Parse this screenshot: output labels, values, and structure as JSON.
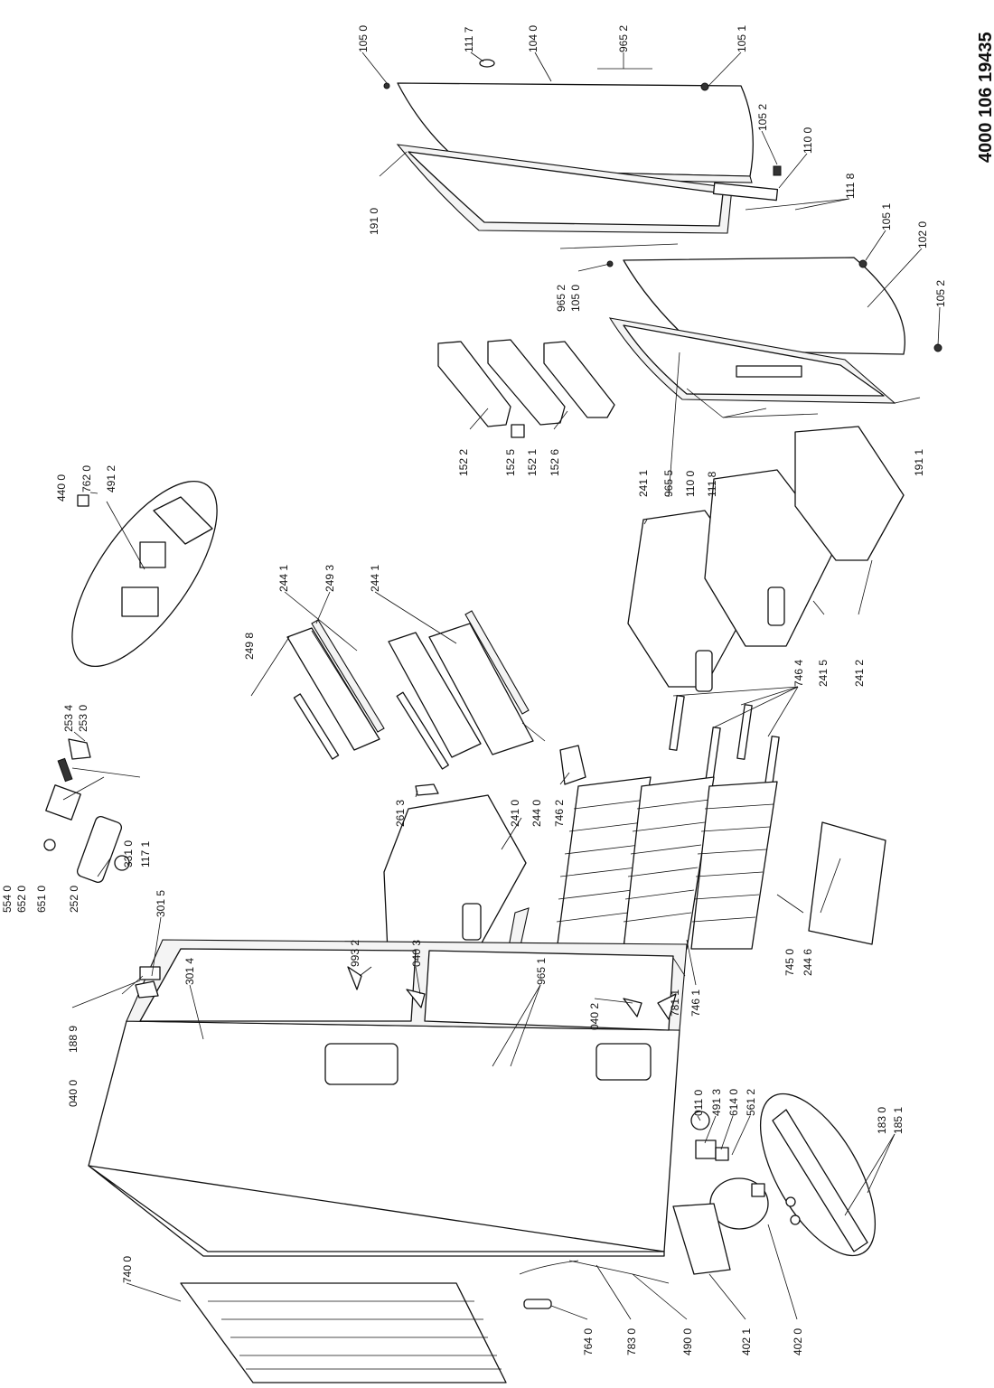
{
  "document_number": "4000 106 19435",
  "callouts": [
    {
      "id": "c1",
      "text": "105 0"
    },
    {
      "id": "c2",
      "text": "111 7"
    },
    {
      "id": "c3",
      "text": "104 0"
    },
    {
      "id": "c4",
      "text": "965 2"
    },
    {
      "id": "c5",
      "text": "105 1"
    },
    {
      "id": "c6",
      "text": "105 2"
    },
    {
      "id": "c7",
      "text": "110 0"
    },
    {
      "id": "c8",
      "text": "191 0"
    },
    {
      "id": "c9",
      "text": "111 8"
    },
    {
      "id": "c10",
      "text": "105 1"
    },
    {
      "id": "c11",
      "text": "102 0"
    },
    {
      "id": "c12",
      "text": "965 2"
    },
    {
      "id": "c13",
      "text": "105 0"
    },
    {
      "id": "c14",
      "text": "105 2"
    },
    {
      "id": "c15",
      "text": "440 0"
    },
    {
      "id": "c16",
      "text": "762 0"
    },
    {
      "id": "c17",
      "text": "491 2"
    },
    {
      "id": "c18",
      "text": "152 2"
    },
    {
      "id": "c19",
      "text": "152 5"
    },
    {
      "id": "c20",
      "text": "152 1"
    },
    {
      "id": "c21",
      "text": "152 6"
    },
    {
      "id": "c22",
      "text": "241 1"
    },
    {
      "id": "c23",
      "text": "965 5"
    },
    {
      "id": "c24",
      "text": "110 0"
    },
    {
      "id": "c25",
      "text": "111 8"
    },
    {
      "id": "c26",
      "text": "191 1"
    },
    {
      "id": "c27",
      "text": "249 8"
    },
    {
      "id": "c28",
      "text": "244 1"
    },
    {
      "id": "c29",
      "text": "249 3"
    },
    {
      "id": "c30",
      "text": "244 1"
    },
    {
      "id": "c31",
      "text": "253 4"
    },
    {
      "id": "c32",
      "text": "253 0"
    },
    {
      "id": "c33",
      "text": "746 4"
    },
    {
      "id": "c34",
      "text": "241 5"
    },
    {
      "id": "c35",
      "text": "241 2"
    },
    {
      "id": "c36",
      "text": "554 0"
    },
    {
      "id": "c37",
      "text": "652 0"
    },
    {
      "id": "c38",
      "text": "651 0"
    },
    {
      "id": "c39",
      "text": "252 0"
    },
    {
      "id": "c40",
      "text": "331 0"
    },
    {
      "id": "c41",
      "text": "117 1"
    },
    {
      "id": "c42",
      "text": "261 3"
    },
    {
      "id": "c43",
      "text": "241 0"
    },
    {
      "id": "c44",
      "text": "244 0"
    },
    {
      "id": "c45",
      "text": "746 2"
    },
    {
      "id": "c46",
      "text": "301 5"
    },
    {
      "id": "c47",
      "text": "993 2"
    },
    {
      "id": "c48",
      "text": "040 3"
    },
    {
      "id": "c49",
      "text": "965 1"
    },
    {
      "id": "c50",
      "text": "745 0"
    },
    {
      "id": "c51",
      "text": "244 6"
    },
    {
      "id": "c52",
      "text": "781 1"
    },
    {
      "id": "c53",
      "text": "746 1"
    },
    {
      "id": "c54",
      "text": "040 2"
    },
    {
      "id": "c55",
      "text": "188 9"
    },
    {
      "id": "c56",
      "text": "040 0"
    },
    {
      "id": "c57",
      "text": "301 4"
    },
    {
      "id": "c58",
      "text": "011 0"
    },
    {
      "id": "c59",
      "text": "491 3"
    },
    {
      "id": "c60",
      "text": "614 0"
    },
    {
      "id": "c61",
      "text": "561 2"
    },
    {
      "id": "c62",
      "text": "183 0"
    },
    {
      "id": "c63",
      "text": "185 1"
    },
    {
      "id": "c64",
      "text": "740 0"
    },
    {
      "id": "c65",
      "text": "764 0"
    },
    {
      "id": "c66",
      "text": "783 0"
    },
    {
      "id": "c67",
      "text": "490 0"
    },
    {
      "id": "c68",
      "text": "402 1"
    },
    {
      "id": "c69",
      "text": "402 0"
    }
  ]
}
